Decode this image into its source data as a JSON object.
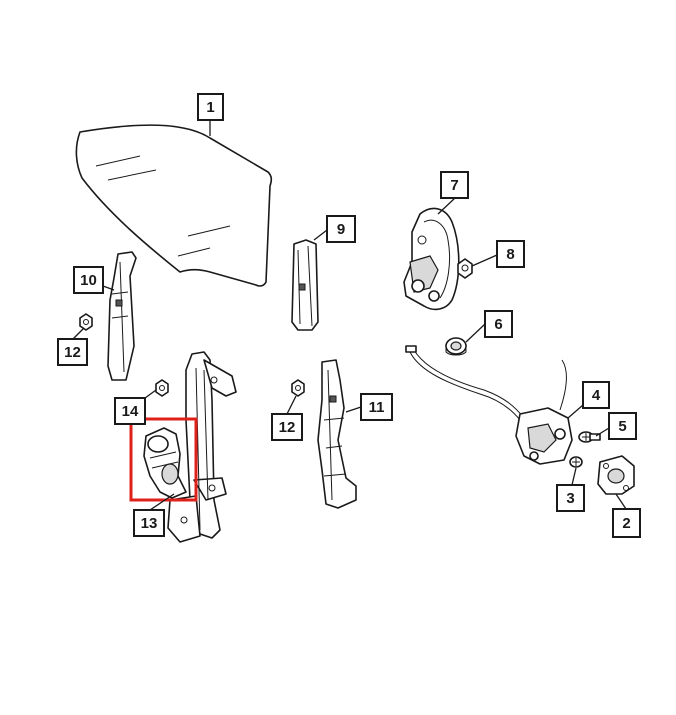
{
  "callouts": {
    "c1": "1",
    "c2": "2",
    "c3": "3",
    "c4": "4",
    "c5": "5",
    "c6": "6",
    "c7": "7",
    "c8": "8",
    "c9": "9",
    "c10": "10",
    "c11": "11",
    "c12a": "12",
    "c12b": "12",
    "c13": "13",
    "c14": "14"
  },
  "colors": {
    "line": "#1a1a1a",
    "highlight": "#e0201b",
    "background": "#ffffff"
  }
}
